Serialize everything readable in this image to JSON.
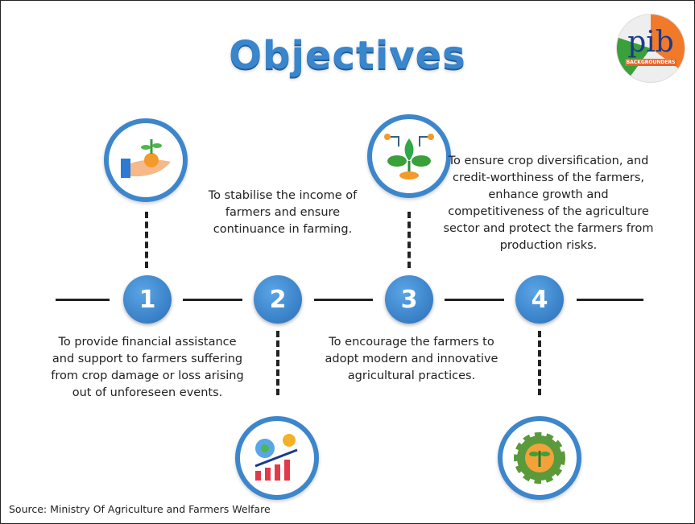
{
  "title": "Objectives",
  "logo": {
    "text": "pib",
    "subtext": "BACKGROUNDERS"
  },
  "objectives": [
    {
      "number": "1",
      "text": "To provide financial assistance and support to farmers suffering from crop damage or loss arising out of unforeseen events.",
      "icon": "hand-plant-icon"
    },
    {
      "number": "2",
      "text": "To stabilise the income of farmers and ensure continuance in farming.",
      "icon": "growth-chart-gear-icon"
    },
    {
      "number": "3",
      "text": "To encourage the farmers to adopt modern and innovative agricultural practices.",
      "icon": "tech-plant-icon"
    },
    {
      "number": "4",
      "text": "To ensure crop diversification, and credit-worthiness of the farmers, enhance growth and competitiveness of the agriculture sector and protect the farmers from production risks.",
      "icon": "gear-plant-icon"
    }
  ],
  "source": "Source: Ministry Of Agriculture and Farmers Welfare",
  "colors": {
    "accent": "#3d86cc"
  }
}
